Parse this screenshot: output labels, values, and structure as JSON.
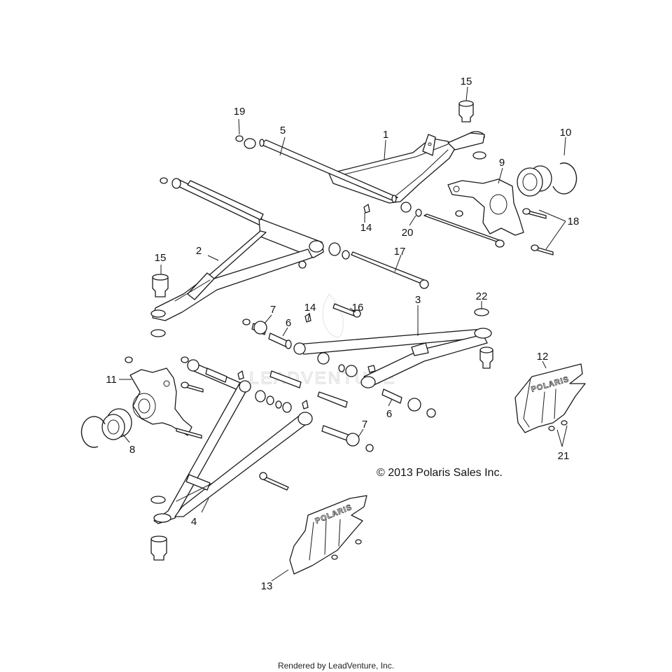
{
  "watermark": "LEADVENTURE",
  "copyright": "© 2013 Polaris Sales Inc.",
  "footer": "Rendered by LeadVenture, Inc.",
  "logo_text": "POLARIS",
  "callouts": [
    {
      "id": "1",
      "label": "1"
    },
    {
      "id": "2",
      "label": "2"
    },
    {
      "id": "3",
      "label": "3"
    },
    {
      "id": "4",
      "label": "4"
    },
    {
      "id": "5",
      "label": "5"
    },
    {
      "id": "6a",
      "label": "6"
    },
    {
      "id": "6b",
      "label": "6"
    },
    {
      "id": "7a",
      "label": "7"
    },
    {
      "id": "7b",
      "label": "7"
    },
    {
      "id": "8",
      "label": "8"
    },
    {
      "id": "9",
      "label": "9"
    },
    {
      "id": "10",
      "label": "10"
    },
    {
      "id": "11",
      "label": "11"
    },
    {
      "id": "12",
      "label": "12"
    },
    {
      "id": "13",
      "label": "13"
    },
    {
      "id": "14a",
      "label": "14"
    },
    {
      "id": "14b",
      "label": "14"
    },
    {
      "id": "15a",
      "label": "15"
    },
    {
      "id": "15b",
      "label": "15"
    },
    {
      "id": "16",
      "label": "16"
    },
    {
      "id": "17",
      "label": "17"
    },
    {
      "id": "18",
      "label": "18"
    },
    {
      "id": "19",
      "label": "19"
    },
    {
      "id": "20",
      "label": "20"
    },
    {
      "id": "21",
      "label": "21"
    },
    {
      "id": "22",
      "label": "22"
    }
  ]
}
